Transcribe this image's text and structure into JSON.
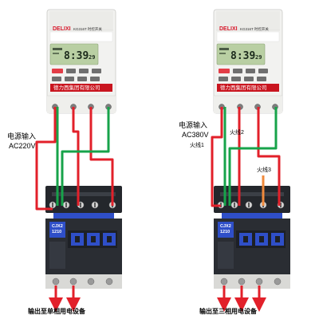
{
  "timer": {
    "brand": "DELIXI",
    "model": "KG316T 时控开关",
    "display_digits": "8:39",
    "display_seconds": "29",
    "company": "德力西集团有限公司"
  },
  "contactor": {
    "model_line1": "CJX2",
    "model_line2": "1210"
  },
  "left_panel": {
    "input_label": "电源输入",
    "voltage_label": "AC220V",
    "output_label": "输出至单相用电设备"
  },
  "right_panel": {
    "input_label": "电源输入",
    "voltage_label": "AC380V",
    "live1_label": "火线1",
    "live2_label": "火线2",
    "live3_label": "火线3",
    "output_label": "输出至三相用电设备"
  },
  "colors": {
    "wire_red": "#e2202a",
    "wire_green": "#17a34a",
    "wire_orange": "#f08a3c",
    "timer_body": "#f2f2f0",
    "lcd": "#b9cfa3",
    "brand_red": "#d8182b",
    "company_strip": "#c9151f",
    "contactor_body": "#2a2d33",
    "contactor_blue": "#2f4fc8"
  }
}
